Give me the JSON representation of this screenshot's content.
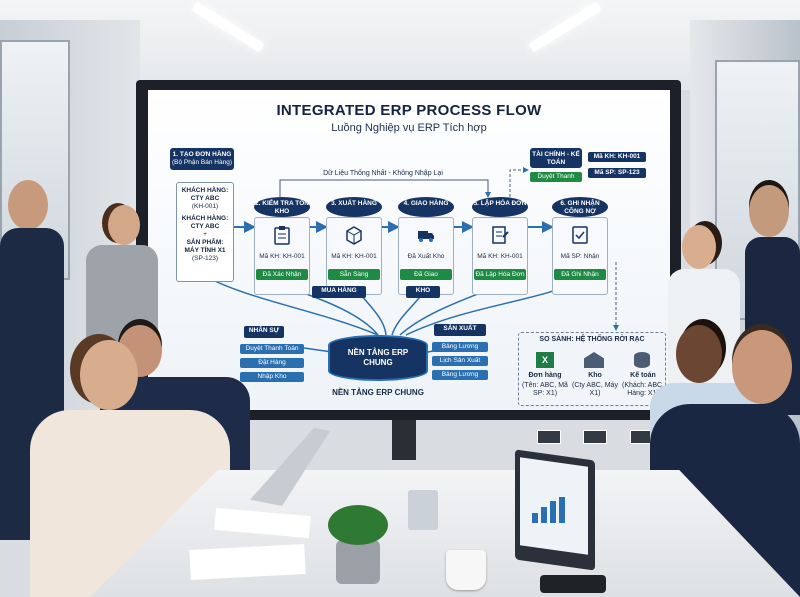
{
  "screen": {
    "title": "INTEGRATED ERP PROCESS FLOW",
    "subtitle": "Luồng Nghiệp vụ ERP Tích hợp",
    "top_link_label": "Dữ Liệu Thống Nhất - Không Nhập Lại",
    "step1": {
      "head": "1. TẠO ĐƠN HÀNG",
      "sub": "(Bộ Phận Bán Hàng)",
      "customer_label": "KHÁCH HÀNG:",
      "customer_value": "CTY ABC",
      "customer_code": "(KH-001)",
      "customer_label2": "KHÁCH HÀNG:",
      "customer_value2": "CTY ABC",
      "plus": "+",
      "product_label": "SẢN PHẨM:",
      "product_value": "MÁY TÍNH X1",
      "product_code": "(SP-123)"
    },
    "steps": [
      {
        "head": "2. KIỂM TRA TỒN KHO",
        "code": "Mã KH: KH-001",
        "status": "Đã Xác Nhận"
      },
      {
        "head": "3. XUẤT HÀNG",
        "code": "Mã KH: KH-001",
        "status": "Sẵn Sàng"
      },
      {
        "head": "4. GIAO HÀNG",
        "code": "Đã Xuất Kho",
        "status": "Đã Giao"
      },
      {
        "head": "5. LẬP HÓA ĐƠN",
        "code": "Mã KH: KH-001",
        "status": "Đã Lập Hóa Đơn"
      },
      {
        "head": "6. GHI NHẬN CÔNG NỢ",
        "code": "Mã SP: Nhận",
        "status": "Đã Ghi Nhận"
      }
    ],
    "finance": {
      "head": "TÀI CHÍNH - KẾ TOÁN",
      "status": "Duyệt Thanh",
      "code1": "Mã KH: KH-001",
      "code2": "Mã SP: SP-123"
    },
    "modules": {
      "purchasing": "MUA HÀNG",
      "warehouse": "KHO",
      "hr": "NHÂN SỰ",
      "production": "SẢN XUẤT",
      "hr_items": [
        "Duyệt Thanh Toán",
        "Đặt Hàng",
        "Nhập Kho"
      ],
      "production_items": [
        "Bảng Lương",
        "Lịch Sản Xuất",
        "Bảng Lương"
      ]
    },
    "platform": {
      "label": "NỀN TẢNG ERP CHUNG",
      "caption": "NỀN TẢNG ERP CHUNG"
    },
    "comparison": {
      "title": "SO SÁNH: HỆ THỐNG RỜI RẠC",
      "items": [
        {
          "name": "Đơn hàng",
          "detail": "(Tên: ABC, Mã SP: X1)"
        },
        {
          "name": "Kho",
          "detail": "(Cty ABC, Máy X1)"
        },
        {
          "name": "Kế toán",
          "detail": "(Khách: ABC, Hàng: X1)"
        }
      ]
    }
  },
  "colors": {
    "navy": "#163463",
    "green": "#1e8a43",
    "accent_blue": "#2a6fb0"
  }
}
